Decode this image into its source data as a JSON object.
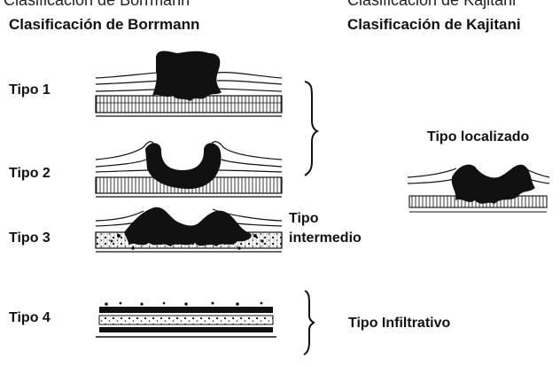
{
  "header": {
    "top_left_text": "Clasificación de Borrmann",
    "top_right_text": "Clasificación de Kajitani"
  },
  "headings": {
    "borrmann": "Clasificación de Borrmann",
    "kajitani": "Clasificación de Kajitani"
  },
  "borrmann_types": [
    {
      "label": "Tipo 1"
    },
    {
      "label": "Tipo 2"
    },
    {
      "label": "Tipo 3"
    },
    {
      "label": "Tipo 4"
    }
  ],
  "kajitani_types": {
    "localized": "Tipo localizado",
    "intermediate_line1": "Tipo",
    "intermediate_line2": "intermedio",
    "infiltrative": "Tipo Infiltrativo"
  },
  "colors": {
    "ink": "#111111",
    "background": "#ffffff"
  }
}
